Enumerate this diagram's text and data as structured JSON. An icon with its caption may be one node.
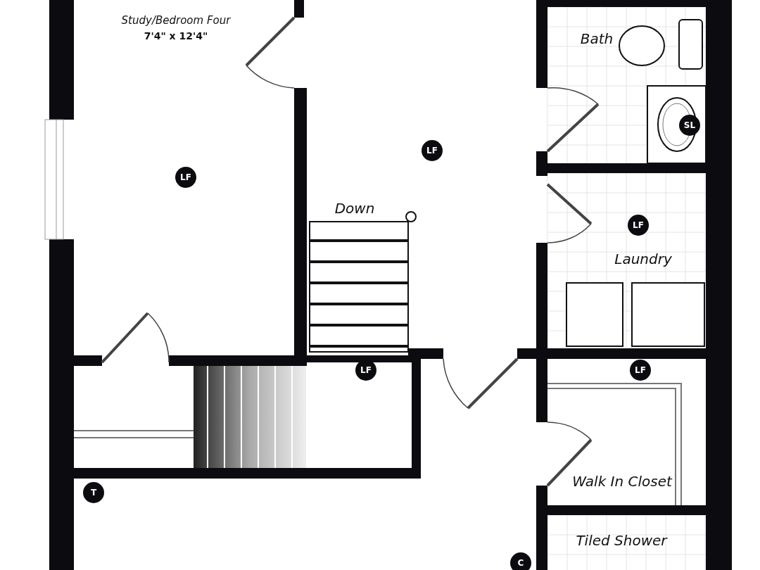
{
  "diagram": {
    "labels": [
      "Study/Bedroom Four",
      "7'4\" x 12'4\"",
      "Bath",
      "SL",
      "LF",
      "LF",
      "Down",
      "LF",
      "Laundry",
      "LF",
      "LF",
      "Walk In Closet",
      "T",
      "Tiled Shower",
      "C"
    ]
  }
}
